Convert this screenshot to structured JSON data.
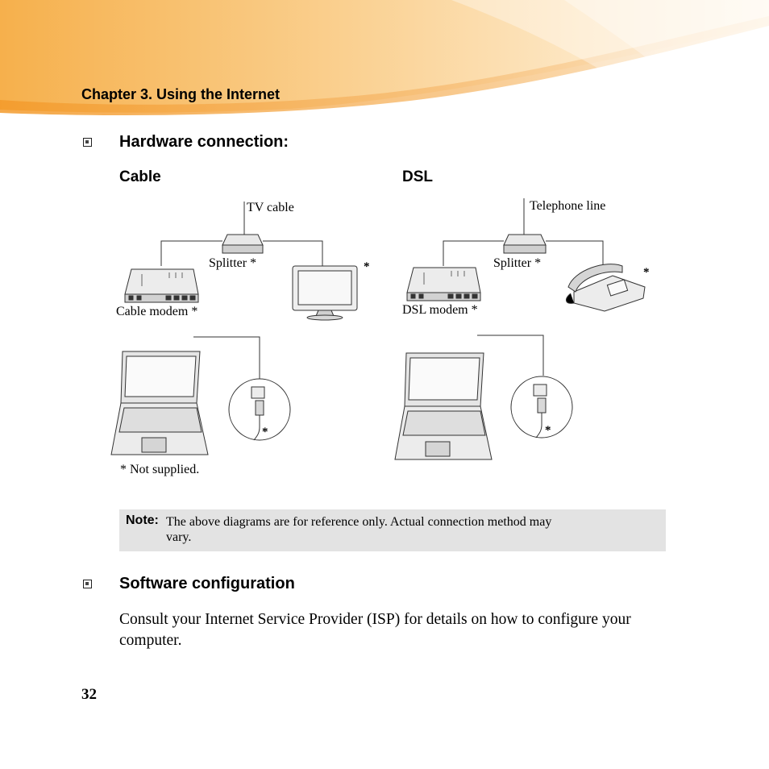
{
  "header": {
    "chapter_title": "Chapter 3. Using the Internet"
  },
  "sections": {
    "hardware": {
      "heading": "Hardware connection:"
    },
    "software": {
      "heading": "Software configuration",
      "body": "Consult your Internet Service Provider (ISP) for details on how to configure your computer."
    }
  },
  "diagram": {
    "cable": {
      "title": "Cable",
      "tv_cable": "TV cable",
      "splitter": "Splitter *",
      "modem": "Cable modem *",
      "star": "*"
    },
    "dsl": {
      "title": "DSL",
      "telephone_line": "Telephone line",
      "splitter": "Splitter *",
      "modem": "DSL modem *",
      "star": "*"
    },
    "not_supplied": "* Not supplied."
  },
  "note": {
    "label": "Note:",
    "text_line1": "The above diagrams are for reference only. Actual connection method may",
    "text_line2": "vary."
  },
  "footer": {
    "page_number": "32"
  },
  "colors": {
    "header_orange": "#f7b95a",
    "note_bg": "#e3e3e3",
    "device_gray": "#d9d9d9"
  }
}
